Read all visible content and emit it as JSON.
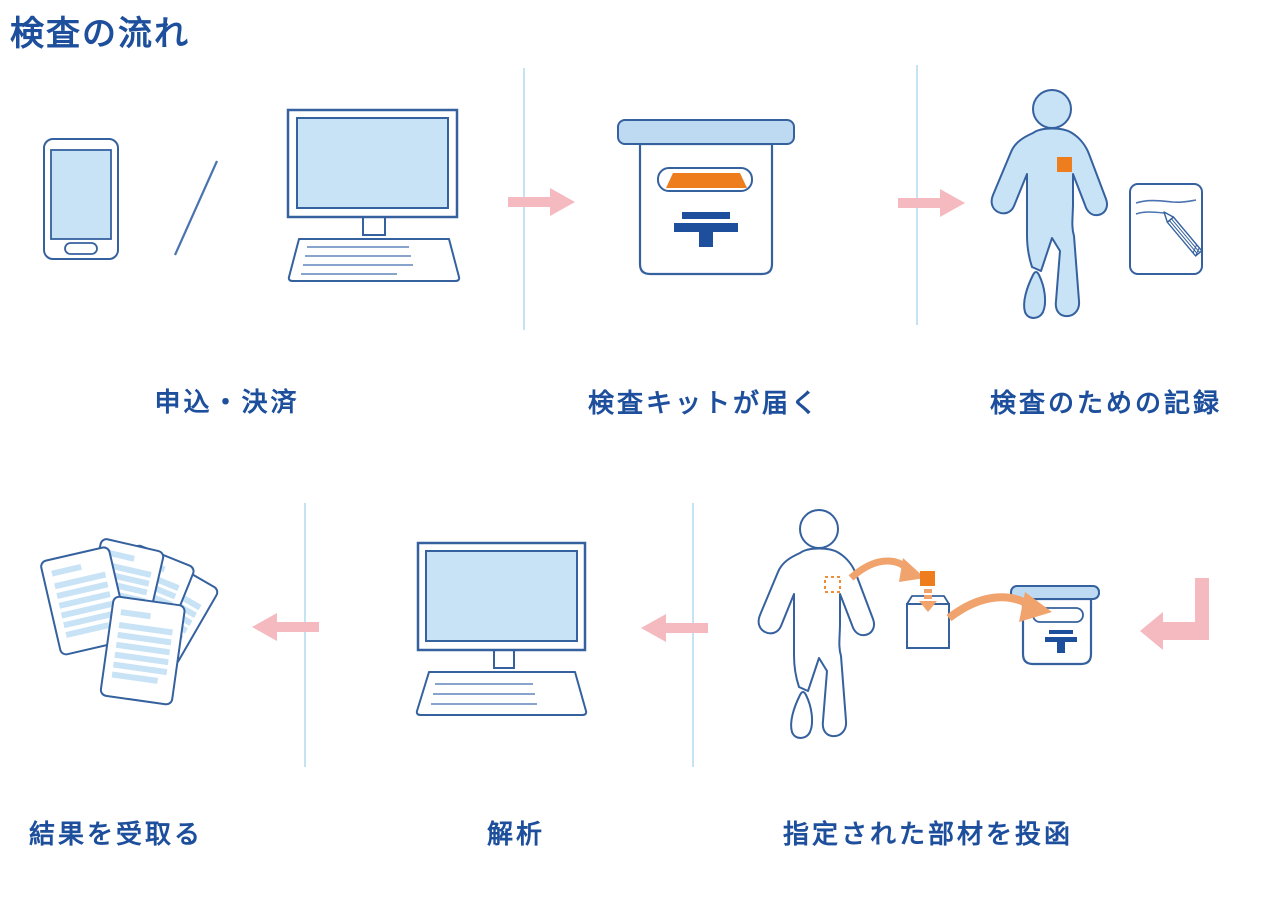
{
  "title": "検査の流れ",
  "postal_mark": "〒",
  "colors": {
    "heading_text": "#1d4f9c",
    "outline_blue": "#35619f",
    "fill_light_blue": "#c8e3f6",
    "lid_blue": "#bedaf2",
    "accent_orange": "#ed7d1d",
    "arrow_orange": "#f0a36c",
    "arrow_pink": "#f5b9c0",
    "divider_blue": "#c4e4f4"
  },
  "steps": [
    {
      "order": 1,
      "row": 1,
      "label": "申込・決済"
    },
    {
      "order": 2,
      "row": 1,
      "label": "検査キットが届く"
    },
    {
      "order": 3,
      "row": 1,
      "label": "検査のための記録"
    },
    {
      "order": 4,
      "row": 2,
      "label": "指定された部材を投函"
    },
    {
      "order": 5,
      "row": 2,
      "label": "解析"
    },
    {
      "order": 6,
      "row": 2,
      "label": "結果を受取る"
    }
  ]
}
